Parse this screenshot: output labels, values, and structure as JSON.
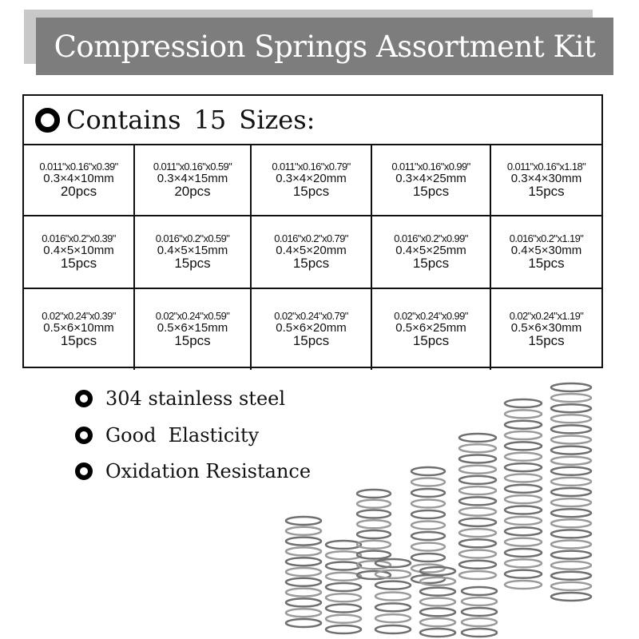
{
  "title": "Compression Springs Assortment Kit",
  "table": {
    "header": [
      "Contains",
      "15",
      "Sizes:"
    ],
    "cells": [
      {
        "inch": "0.011\"x0.16\"x0.39\"",
        "mm": "0.3×4×10mm",
        "qty": "20pcs"
      },
      {
        "inch": "0.011\"x0.16\"x0.59\"",
        "mm": "0.3×4×15mm",
        "qty": "20pcs"
      },
      {
        "inch": "0.011\"x0.16\"x0.79\"",
        "mm": "0.3×4×20mm",
        "qty": "15pcs"
      },
      {
        "inch": "0.011\"x0.16\"x0.99\"",
        "mm": "0.3×4×25mm",
        "qty": "15pcs"
      },
      {
        "inch": "0.011\"x0.16\"x1.18\"",
        "mm": "0.3×4×30mm",
        "qty": "15pcs"
      },
      {
        "inch": "0.016\"x0.2\"x0.39\"",
        "mm": "0.4×5×10mm",
        "qty": "15pcs"
      },
      {
        "inch": "0.016\"x0.2\"x0.59\"",
        "mm": "0.4×5×15mm",
        "qty": "15pcs"
      },
      {
        "inch": "0.016\"x0.2\"x0.79\"",
        "mm": "0.4×5×20mm",
        "qty": "15pcs"
      },
      {
        "inch": "0.016\"x0.2\"x0.99\"",
        "mm": "0.4×5×25mm",
        "qty": "15pcs"
      },
      {
        "inch": "0.016\"x0.2\"x1.19\"",
        "mm": "0.4×5×30mm",
        "qty": "15pcs"
      },
      {
        "inch": "0.02\"x0.24\"x0.39\"",
        "mm": "0.5×6×10mm",
        "qty": "15pcs"
      },
      {
        "inch": "0.02\"x0.24\"x0.59\"",
        "mm": "0.5×6×15mm",
        "qty": "15pcs"
      },
      {
        "inch": "0.02\"x0.24\"x0.79\"",
        "mm": "0.5×6×20mm",
        "qty": "15pcs"
      },
      {
        "inch": "0.02\"x0.24\"x0.99\"",
        "mm": "0.5×6×25mm",
        "qty": "15pcs"
      },
      {
        "inch": "0.02\"x0.24\"x1.19\"",
        "mm": "0.5×6×30mm",
        "qty": "15pcs"
      }
    ]
  },
  "features": [
    "304 stainless steel",
    "Good  Elasticity",
    "Oxidation Resistance"
  ],
  "colors": {
    "banner": "#7d7d7d",
    "banner_shadow": "#c8c8c8",
    "text": "#111111",
    "spring": "#8a8a8a"
  }
}
